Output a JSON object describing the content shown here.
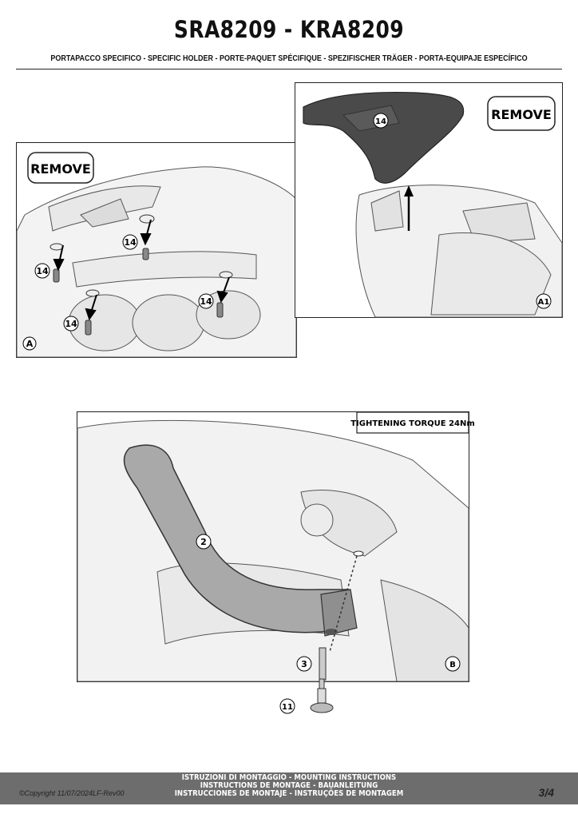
{
  "header": {
    "title": "SRA8209 - KRA8209",
    "subtitle": "PORTAPACCO SPECIFICO - SPECIFIC HOLDER - PORTE-PAQUET SPÉCIFIQUE - SPEZIFISCHER TRÄGER - PORTA-EQUIPAJE ESPECÍFICO"
  },
  "panel_a": {
    "label": "A",
    "callout": "REMOVE",
    "part_numbers": [
      "14",
      "14",
      "14",
      "14",
      "14"
    ]
  },
  "panel_a1": {
    "label": "A1",
    "callout": "REMOVE",
    "part_number": "14"
  },
  "panel_b": {
    "label": "B",
    "torque_note": "TIGHTENING TORQUE 24Nm",
    "part_numbers": [
      "2",
      "3",
      "11"
    ]
  },
  "footer": {
    "line1": "ISTRUZIONI DI MONTAGGIO  -  MOUNTING INSTRUCTIONS",
    "line2": "INSTRUCTIONS DE MONTAGE - BAUANLEITUNG",
    "line3": "INSTRUCCIONES DE MONTAJE - INSTRUÇÕES DE MONTAGEM",
    "copyright": "©Copyright 11/07/2024LF-Rev00",
    "page": "3/4"
  }
}
